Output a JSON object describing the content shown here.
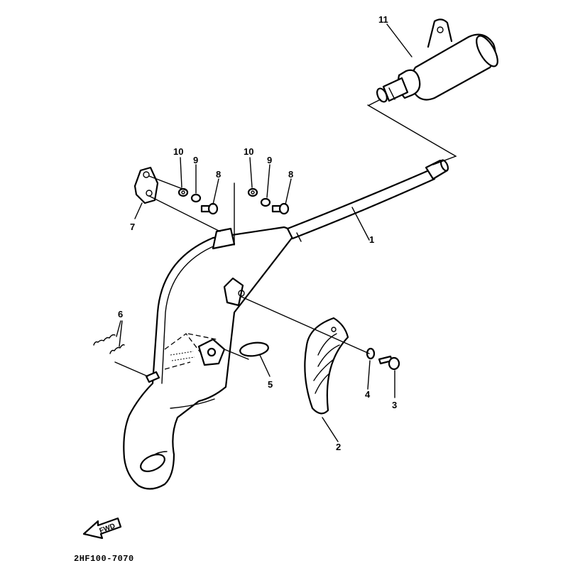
{
  "diagram": {
    "callouts": [
      {
        "id": "c1",
        "label": "1"
      },
      {
        "id": "c2",
        "label": "2"
      },
      {
        "id": "c3",
        "label": "3"
      },
      {
        "id": "c4",
        "label": "4"
      },
      {
        "id": "c5",
        "label": "5"
      },
      {
        "id": "c6",
        "label": "6"
      },
      {
        "id": "c7",
        "label": "7"
      },
      {
        "id": "c8a",
        "label": "8"
      },
      {
        "id": "c8b",
        "label": "8"
      },
      {
        "id": "c9a",
        "label": "9"
      },
      {
        "id": "c9b",
        "label": "9"
      },
      {
        "id": "c10a",
        "label": "10"
      },
      {
        "id": "c10b",
        "label": "10"
      },
      {
        "id": "c11",
        "label": "11"
      }
    ],
    "direction_label": "FWD",
    "drawing_code": "2HF100-7070"
  }
}
